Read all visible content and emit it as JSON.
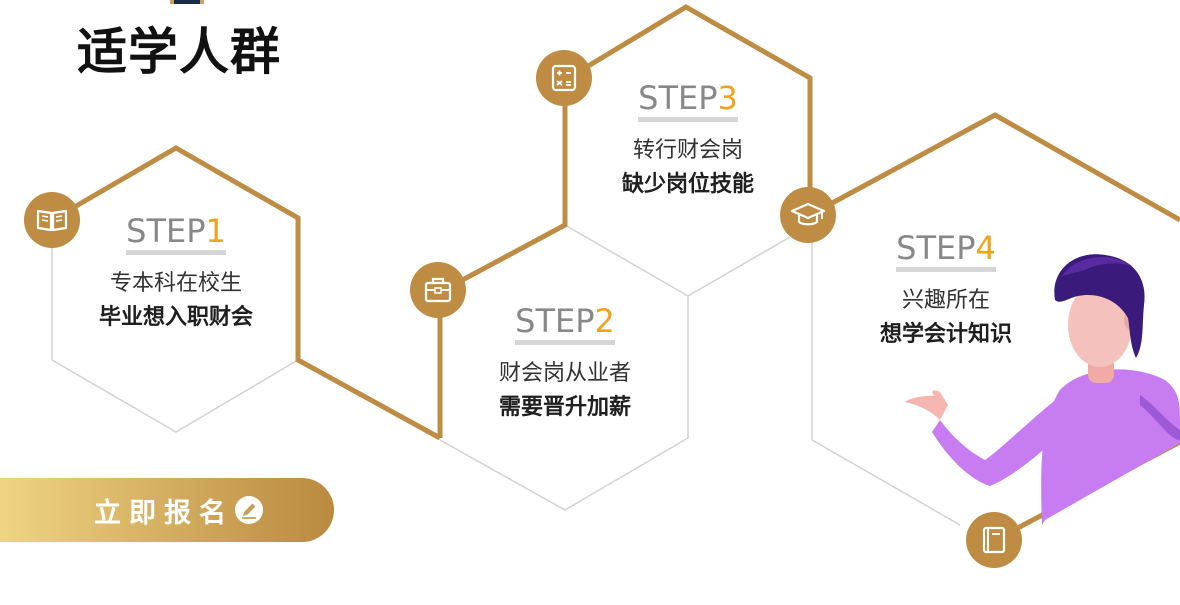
{
  "section": {
    "title": "适学人群"
  },
  "steps": [
    {
      "label_prefix": "STEP",
      "label_num": "1",
      "line1": "专本科在校生",
      "line2": "毕业想入职财会",
      "icon": "book-open-icon"
    },
    {
      "label_prefix": "STEP",
      "label_num": "2",
      "line1": "财会岗从业者",
      "line2": "需要晋升加薪",
      "icon": "briefcase-icon"
    },
    {
      "label_prefix": "STEP",
      "label_num": "3",
      "line1": "转行财会岗",
      "line2": "缺少岗位技能",
      "icon": "calculator-icon"
    },
    {
      "label_prefix": "STEP",
      "label_num": "4",
      "line1": "兴趣所在",
      "line2": "想学会计知识",
      "icon": "graduation-cap-icon"
    }
  ],
  "cta": {
    "label": "立即报名",
    "icon": "edit-pen-icon"
  },
  "colors": {
    "gold": "#bf8c44",
    "gold_light": "#efd581",
    "step_number": "#f2a31c",
    "hex_gray": "#d2d2d2",
    "character_hair": "#3a1a7a",
    "character_shirt": "#c87cf2"
  }
}
